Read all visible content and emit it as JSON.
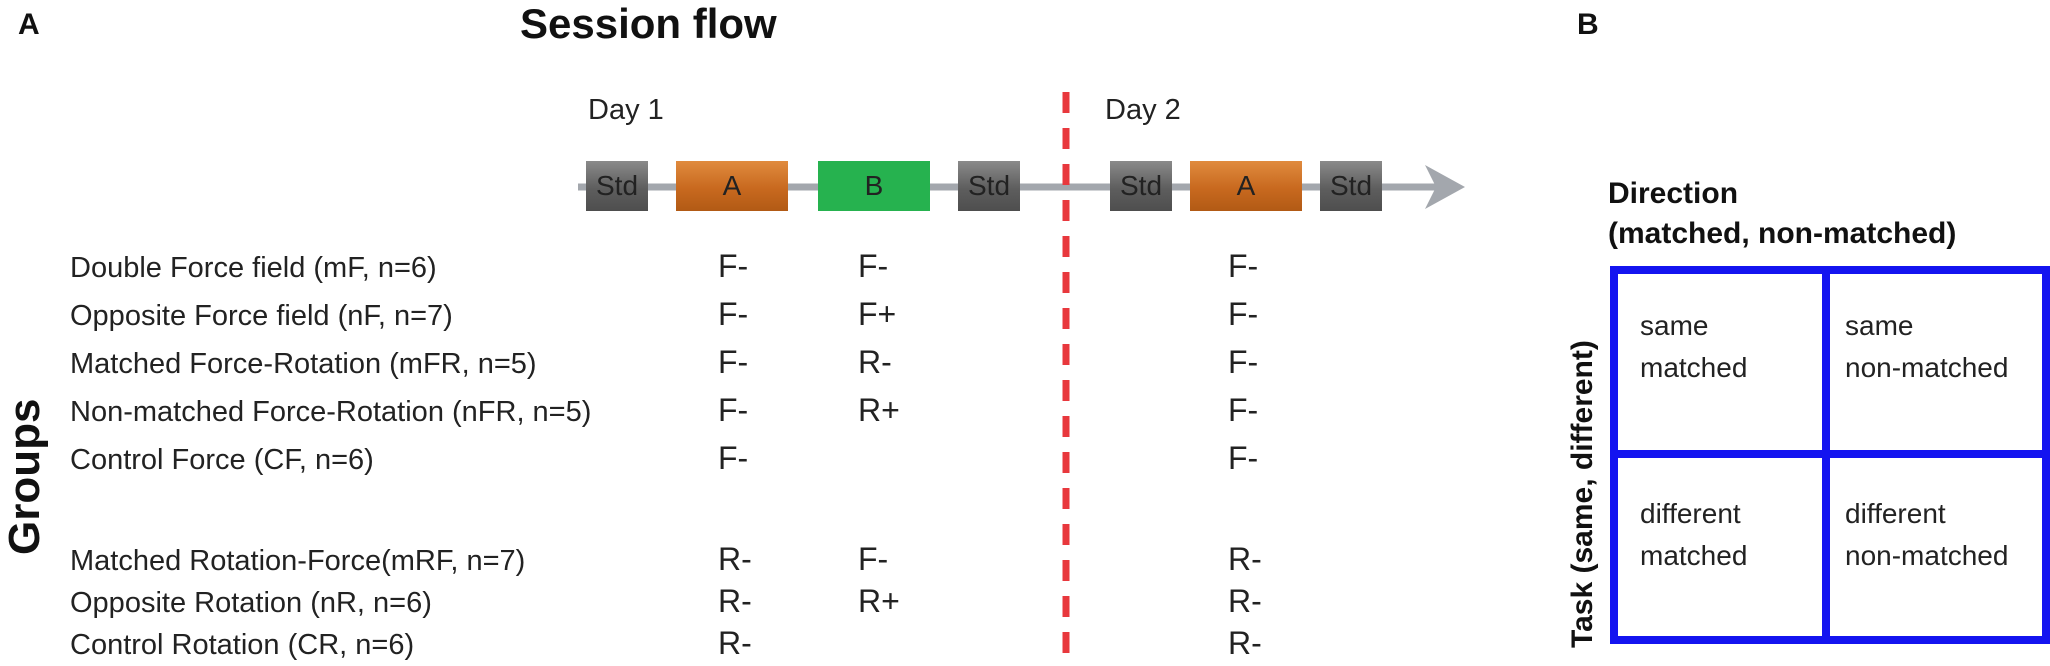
{
  "panel_a": {
    "letter": "A",
    "title": "Session flow",
    "day1": "Day 1",
    "day2": "Day 2",
    "timeline_blocks": [
      "Std",
      "A",
      "B",
      "Std",
      "Std",
      "A",
      "Std"
    ],
    "colors": {
      "std": "#5e5e5e",
      "a": "#c8691f",
      "b": "#26b24f",
      "arrow": "#a3a7ad",
      "divider": "#e8383d"
    },
    "groups_axis_label": "Groups",
    "groups": [
      {
        "label": "Double Force field (mF, n=6)",
        "a": "F-",
        "b": "F-",
        "day2": "F-"
      },
      {
        "label": "Opposite Force field (nF, n=7)",
        "a": "F-",
        "b": "F+",
        "day2": "F-"
      },
      {
        "label": "Matched Force-Rotation (mFR, n=5)",
        "a": "F-",
        "b": "R-",
        "day2": "F-"
      },
      {
        "label": "Non-matched Force-Rotation (nFR, n=5)",
        "a": "F-",
        "b": "R+",
        "day2": "F-"
      },
      {
        "label": "Control Force (CF, n=6)",
        "a": "F-",
        "b": "",
        "day2": "F-"
      },
      {
        "label": "Matched Rotation-Force(mRF, n=7)",
        "a": "R-",
        "b": "F-",
        "day2": "R-"
      },
      {
        "label": "Opposite Rotation (nR, n=6)",
        "a": "R-",
        "b": "R+",
        "day2": "R-"
      },
      {
        "label": "Control Rotation (CR, n=6)",
        "a": "R-",
        "b": "",
        "day2": "R-"
      }
    ]
  },
  "panel_b": {
    "letter": "B",
    "direction_label_1": "Direction",
    "direction_label_2": "(matched, non-matched)",
    "task_label": "Task (same, different)",
    "grid_color": "#1414f0",
    "cells": [
      {
        "line1": "same",
        "line2": "matched"
      },
      {
        "line1": "same",
        "line2": "non-matched"
      },
      {
        "line1": "different",
        "line2": "matched"
      },
      {
        "line1": "different",
        "line2": "non-matched"
      }
    ]
  }
}
